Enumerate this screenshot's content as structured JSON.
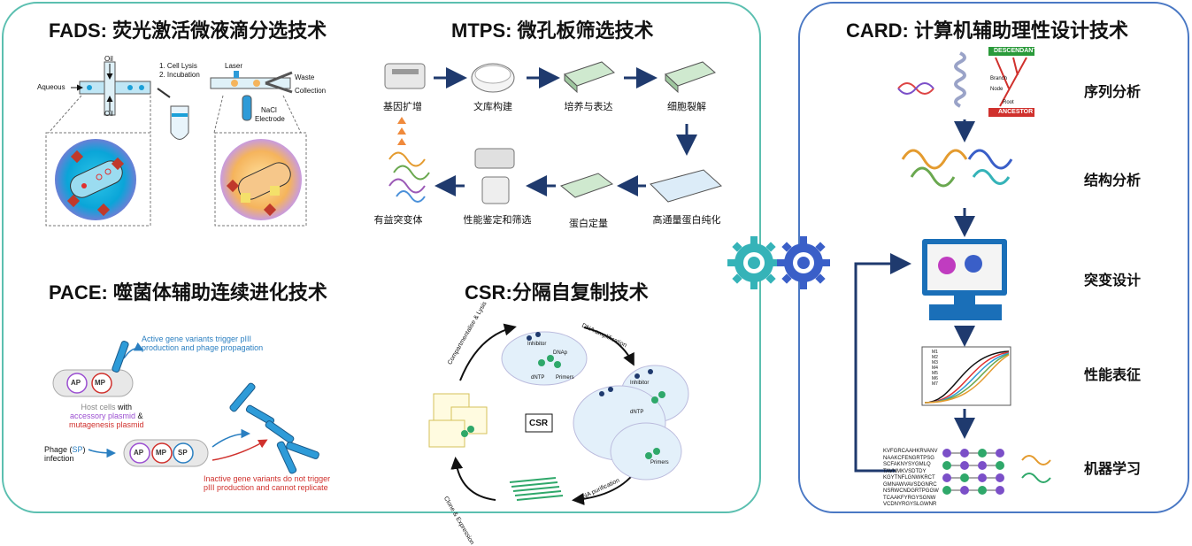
{
  "sections": {
    "fads": {
      "title": "FADS: 荧光激活微液滴分选技术",
      "labels": {
        "oil_top": "Oil",
        "oil_bottom": "Oil",
        "aqueous": "Aqueous",
        "step1": "1. Cell Lysis",
        "step2": "2. Incubation",
        "laser": "Laser",
        "waste": "Waste",
        "collection": "Collection",
        "nacl": "NaCl",
        "electrode": "Electrode"
      }
    },
    "mtps": {
      "title": "MTPS: 微孔板筛选技术",
      "steps": [
        "基因扩增",
        "文库构建",
        "培养与表达",
        "细胞裂解",
        "高通量蛋白纯化",
        "蛋白定量",
        "性能鉴定和筛选",
        "有益突变体"
      ]
    },
    "pace": {
      "title": "PACE: 噬菌体辅助连续进化技术",
      "active_line1": "Active gene variants trigger pIII",
      "active_line2": "production and phage propagation",
      "host_line1_a": "Host cells",
      "host_line1_b": "with",
      "host_line2_a": "accessory plasmid",
      "host_line2_b": "&",
      "host_line3": "mutagenesis plasmid",
      "phage_line1_a": "Phage (",
      "phage_line1_b": "SP",
      "phage_line1_c": ")",
      "phage_line2": "infection",
      "inactive_line1": "Inactive gene variants do not trigger",
      "inactive_line2": "pIII production and cannot replicate",
      "plasmids": [
        "AP",
        "MP",
        "SP"
      ]
    },
    "csr": {
      "title": "CSR:分隔自复制技术",
      "center": "CSR",
      "arcs": [
        "Compartmentalise & Lysis",
        "DNA amplification",
        "DNA purification",
        "Clone & Expression"
      ],
      "inhibitor": "Inhibitor",
      "dnap": "DNAp",
      "dntp": "dNTP",
      "primers": "Primers"
    },
    "card": {
      "title": "CARD: 计算机辅助理性设计技术",
      "steps": [
        "序列分析",
        "结构分析",
        "突变设计",
        "性能表征",
        "机器学习"
      ],
      "tree_top": "DESCENDANTS",
      "tree_bottom": "ANCESTOR",
      "tree_branch": "Branch",
      "tree_node": "Node",
      "tree_root": "Root",
      "legend": [
        "M1",
        "M2",
        "M3",
        "M4",
        "M5",
        "M6",
        "M7"
      ],
      "sequences": [
        "KVFGRCAAHKRVANV",
        "NAAKCFENGRTPSG",
        "SCFAKNYSYGMLQ",
        "TAVNMKVSDTDY",
        "KGYTNFLGNWKRCT",
        "GMNAWVAVSDGNRC",
        "NSRWCNDGRTPGGW",
        "TCAAKFYRGYSGNW",
        "VCDNYRGYSLGWNR"
      ]
    }
  },
  "colors": {
    "left_border": "#5bbfb0",
    "right_border": "#4a78c4",
    "gear_teal": "#35b3b8",
    "gear_blue": "#3a5fc8",
    "arrow_navy": "#1f3a6e",
    "active_blue": "#2a7fc1",
    "inactive_red": "#d0312d",
    "accessory_purple": "#9b4fd1"
  }
}
